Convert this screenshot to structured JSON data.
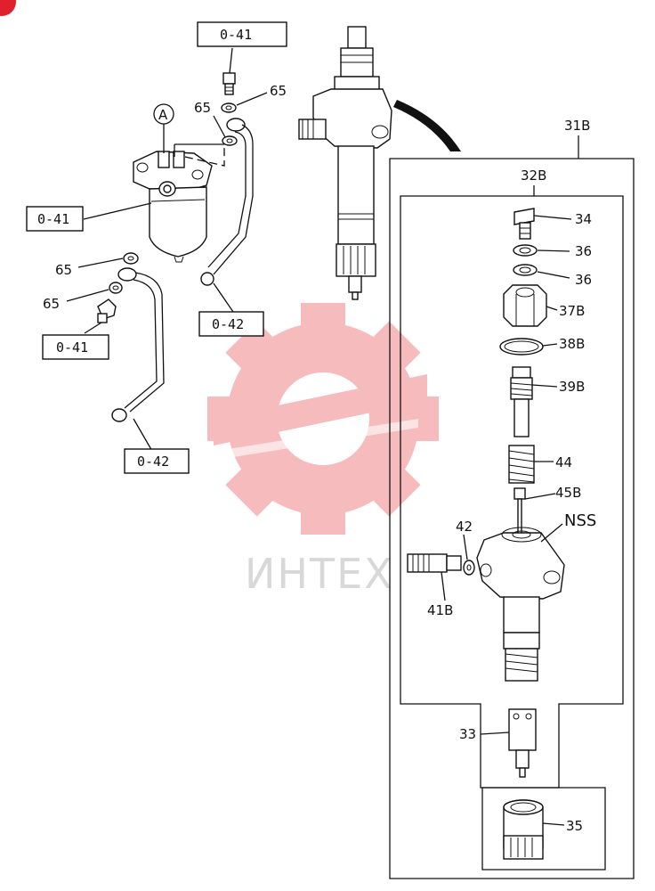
{
  "badge": {
    "color": "#e0202c"
  },
  "watermark": {
    "text": "ИНТЕХ",
    "gear_color": "#f4a5a8"
  },
  "ref_boxes": [
    {
      "id": "r1",
      "text": "0-41"
    },
    {
      "id": "r2",
      "text": "0-41"
    },
    {
      "id": "r3",
      "text": "0-41"
    },
    {
      "id": "r4",
      "text": "0-42"
    },
    {
      "id": "r5",
      "text": "0-42"
    }
  ],
  "callouts": {
    "c65a": "65",
    "c65b": "65",
    "c65c": "65",
    "c65d": "65",
    "cA": "A",
    "c31B": "31B",
    "c32B": "32B",
    "c34": "34",
    "c36a": "36",
    "c36b": "36",
    "c37B": "37B",
    "c38B": "38B",
    "c39B": "39B",
    "c44": "44",
    "c45B": "45B",
    "cNSS": "NSS",
    "c42": "42",
    "c41B": "41B",
    "c33": "33",
    "c35": "35"
  }
}
